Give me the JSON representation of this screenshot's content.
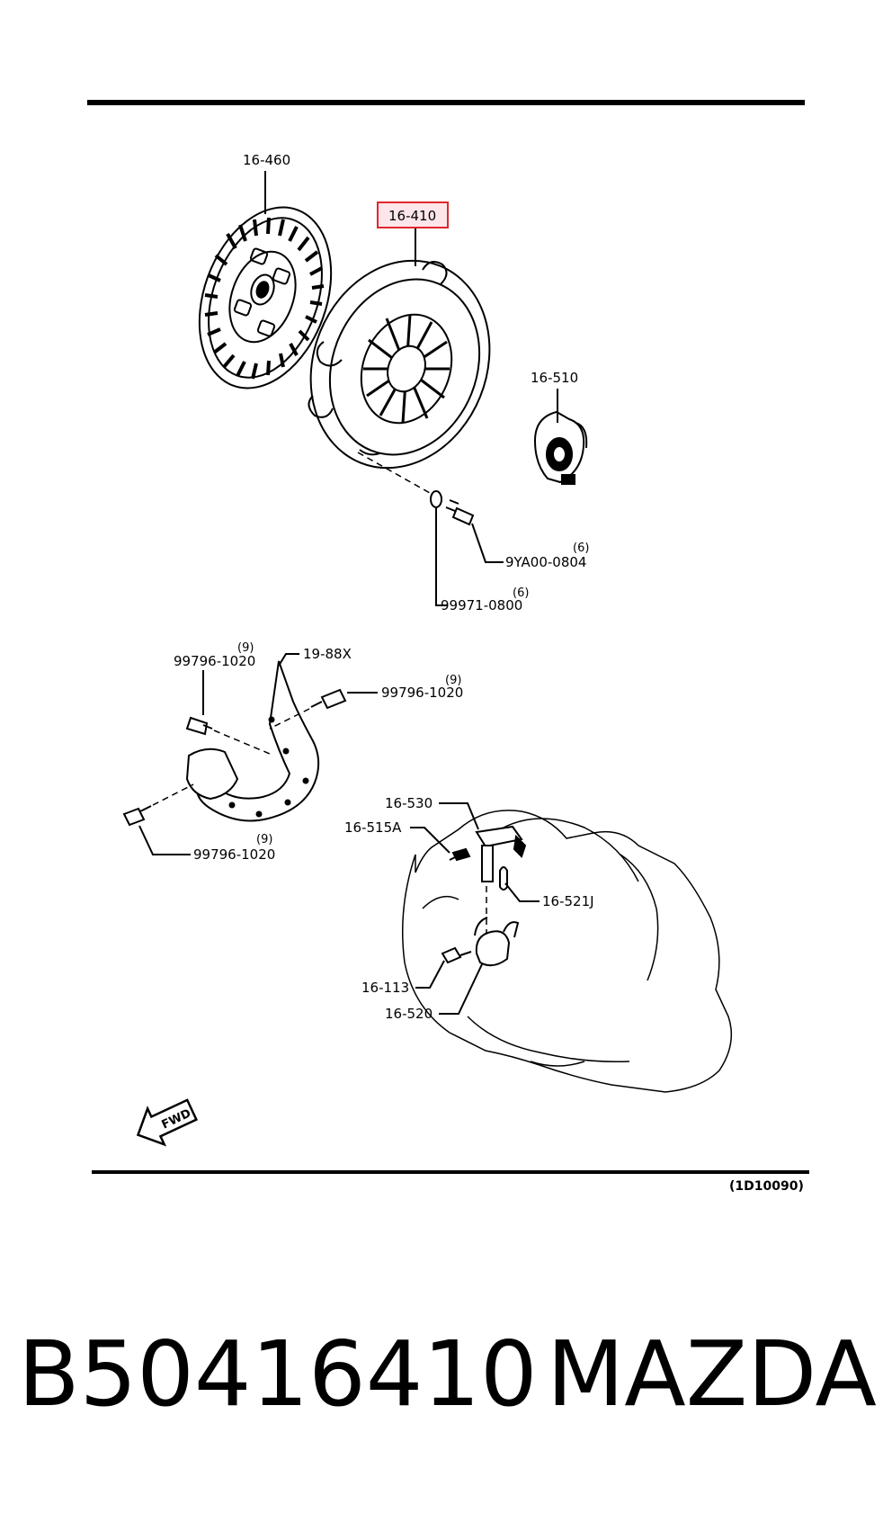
{
  "parts": {
    "clutch_disc": "16-460",
    "clutch_cover": "16-410",
    "release_bearing": "16-510",
    "cover_bolt": "9YA00-0804",
    "cover_bolt_qty": "(6)",
    "lock_washer": "99971-0800",
    "lock_washer_qty": "(6)",
    "plate_bolt_top": "99796-1020",
    "plate_bolt_top_qty": "(9)",
    "end_plate": "19-88X",
    "plate_bolt_right": "99796-1020",
    "plate_bolt_right_qty": "(9)",
    "plate_bolt_bottom": "99796-1020",
    "plate_bolt_bottom_qty": "(9)",
    "release_shaft": "16-530",
    "bushing": "16-515A",
    "release_spring": "16-521J",
    "release_bolt": "16-113",
    "release_fork": "16-520"
  },
  "highlighted_part": "16-410",
  "direction_marker": "FWD",
  "diagram_ref": "(1D10090)",
  "caption": {
    "part_number": "B50416410",
    "brand": "MAZDA"
  },
  "colors": {
    "line": "#000000",
    "highlight_border": "#e0282e",
    "highlight_fill": "#fde6ea",
    "background": "#ffffff"
  }
}
